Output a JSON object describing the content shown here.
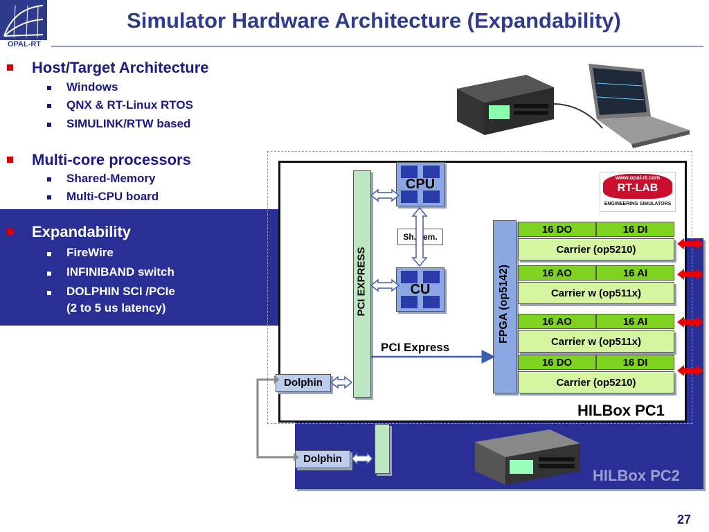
{
  "logo": {
    "name": "OPAL-RT"
  },
  "title": "Simulator Hardware Architecture (Expandability)",
  "bullets": [
    {
      "label": "Host/Target Architecture",
      "subs": [
        "Windows",
        "QNX & RT-Linux RTOS",
        "SIMULINK/RTW based"
      ]
    },
    {
      "label": "Multi-core processors",
      "subs": [
        "Shared-Memory",
        "Multi-CPU board"
      ]
    },
    {
      "label": "Expandability",
      "subs": [
        "FireWire",
        "INFINIBAND switch",
        "DOLPHIN SCI /PCIe",
        "(2 to 5 us latency)"
      ]
    }
  ],
  "diagram": {
    "cpu": "CPU",
    "cu": "CU",
    "shmem": "Sh.Mem.",
    "pci_vertical": "PCI EXPRESS",
    "pci_label": "PCI Express",
    "fpga": "FPGA  (op5142)",
    "dolphin1": "Dolphin",
    "dolphin2": "Dolphin",
    "hilbox1": "HILBox PC1",
    "hilbox2": "HILBox PC2",
    "rtlab": {
      "url": "www.opal-rt.com",
      "name": "RT-LAB",
      "tagline": "ENGINEERING SIMULATORS"
    },
    "carriers": [
      {
        "left": "16 DO",
        "right": "16 DI",
        "label": "Carrier (op5210)"
      },
      {
        "left": "16 AO",
        "right": "16 AI",
        "label": "Carrier w (op511x)"
      },
      {
        "left": "16 AO",
        "right": "16 AI",
        "label": "Carrier w (op511x)"
      },
      {
        "left": "16 DO",
        "right": "16 DI",
        "label": "Carrier (op5210)"
      }
    ]
  },
  "page_number": "27",
  "colors": {
    "brand_blue": "#2e3a8c",
    "band_blue": "#2a2f96",
    "bullet_red": "#d40000",
    "header_green": "#7ed321",
    "carrier_green": "#d6f5a0"
  }
}
